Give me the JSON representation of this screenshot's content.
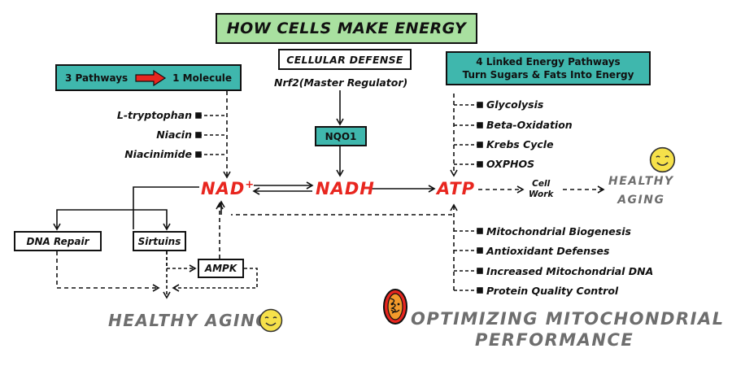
{
  "title": "HOW CELLS MAKE ENERGY",
  "pathways": {
    "left": "3 Pathways",
    "right": "1 Molecule"
  },
  "precursors": [
    "L-tryptophan",
    "Niacin",
    "Niacinimide"
  ],
  "cellular_defense": {
    "label": "CELLULAR DEFENSE",
    "regulator": "Nrf2(Master Regulator)",
    "enzyme": "NQO1"
  },
  "linked": {
    "line1": "4 Linked Energy Pathways",
    "line2": "Turn Sugars & Fats Into Energy"
  },
  "energy_pathways": [
    "Glycolysis",
    "Beta-Oxidation",
    "Krebs Cycle",
    "OXPHOS"
  ],
  "nodes": {
    "nad": "NAD",
    "nad_sup": "+",
    "nadh": "NADH",
    "atp": "ATP"
  },
  "cell_work": {
    "line1": "Cell",
    "line2": "Work"
  },
  "healthy_aging_right": {
    "line1": "HEALTHY",
    "line2": "AGING"
  },
  "left_boxes": {
    "dna": "DNA Repair",
    "sirtuins": "Sirtuins",
    "ampk": "AMPK"
  },
  "mito_factors": [
    "Mitochondrial Biogenesis",
    "Antioxidant Defenses",
    "Increased Mitochondrial DNA",
    "Protein Quality Control"
  ],
  "healthy_aging_left": "HEALTHY AGING",
  "optimizing": {
    "line1": "OPTIMIZING MITOCHONDRIAL",
    "line2": "PERFORMANCE"
  },
  "colors": {
    "red": "#e8261f",
    "teal": "#3fb7ad",
    "lime": "#a9e0a0",
    "grey": "#6e6e6e",
    "smiley": "#f6e14a"
  }
}
